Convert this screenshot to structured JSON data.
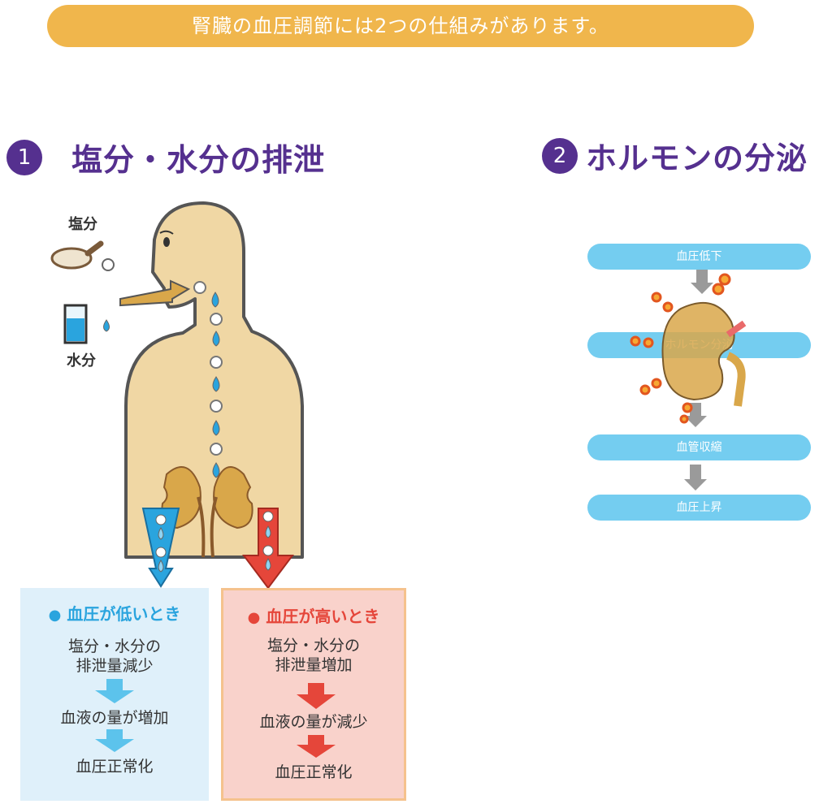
{
  "banner": "腎臓の血圧調節には2つの仕組みがあります。",
  "section1": {
    "number": "1",
    "title": "塩分・水分の排泄"
  },
  "section2": {
    "number": "2",
    "title": "ホルモンの分泌"
  },
  "labels": {
    "salt": "塩分",
    "water": "水分"
  },
  "low_box": {
    "title": "血圧が低いとき",
    "line1": "塩分・水分の",
    "line2": "排泄量減少",
    "step2": "血液の量が増加",
    "step3": "血圧正常化"
  },
  "high_box": {
    "title": "血圧が高いとき",
    "line1": "塩分・水分の",
    "line2": "排泄量増加",
    "step2": "血液の量が減少",
    "step3": "血圧正常化"
  },
  "hormone_flow": [
    "血圧低下",
    "ホルモン分泌",
    "血管収縮",
    "血圧上昇"
  ],
  "colors": {
    "banner": "#f0b64c",
    "purple": "#55308f",
    "blue": "#2aa4de",
    "red": "#e5463a",
    "skin": "#f0d7a4",
    "kidney": "#d9a74a",
    "flow_bar": "#74cdf0"
  }
}
